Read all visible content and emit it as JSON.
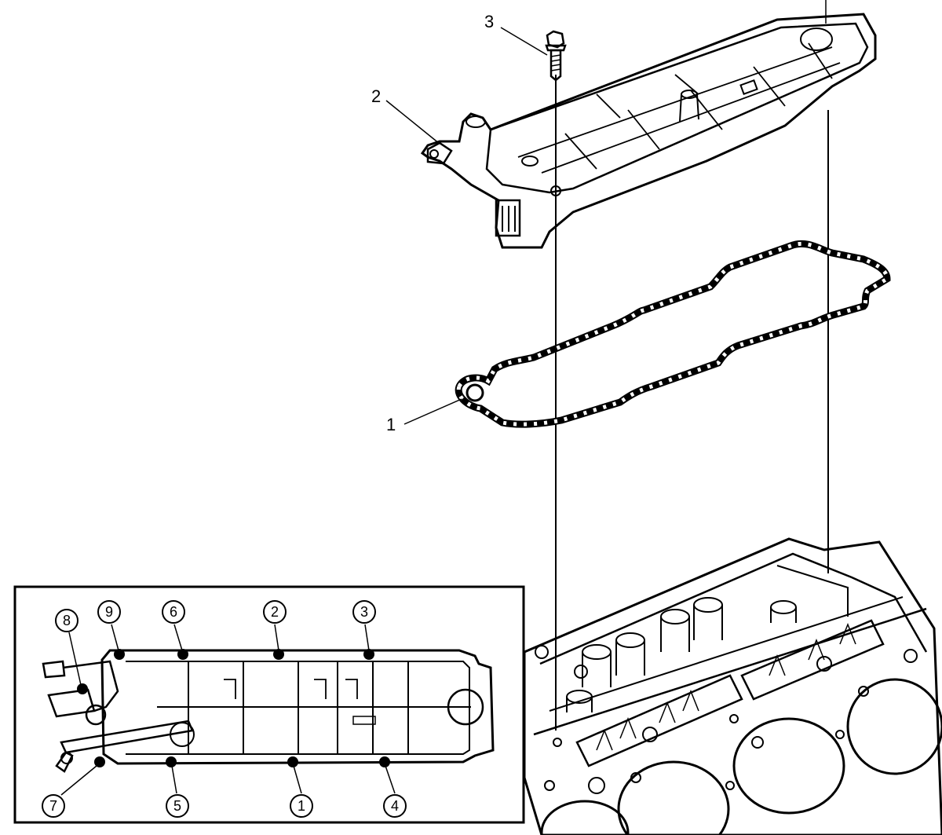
{
  "callouts": [
    {
      "id": "1",
      "label": "1"
    },
    {
      "id": "2",
      "label": "2"
    },
    {
      "id": "3",
      "label": "3"
    }
  ],
  "inset": {
    "sequence": [
      {
        "id": "8",
        "label": "8"
      },
      {
        "id": "9",
        "label": "9"
      },
      {
        "id": "6",
        "label": "6"
      },
      {
        "id": "2",
        "label": "2"
      },
      {
        "id": "3",
        "label": "3"
      },
      {
        "id": "7",
        "label": "7"
      },
      {
        "id": "5",
        "label": "5"
      },
      {
        "id": "1",
        "label": "1"
      },
      {
        "id": "4",
        "label": "4"
      }
    ]
  },
  "colors": {
    "ink": "#000000",
    "background": "#ffffff",
    "shade": "#d9d9d9"
  }
}
